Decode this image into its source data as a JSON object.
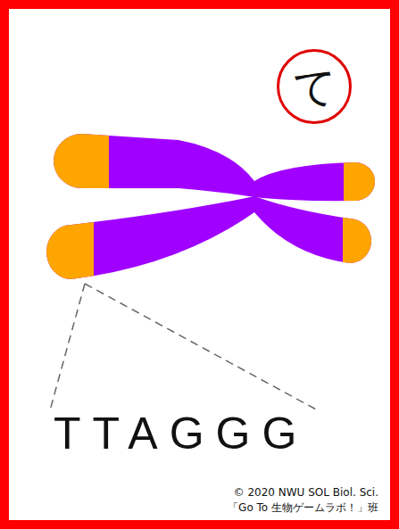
{
  "diagram": {
    "nodes": [
      {
        "text": [
          "て"
        ]
      }
    ],
    "labels": [
      "TTAGGG",
      "© 2020 NWU SOL Biol. Sci.",
      "「Go To 生物ゲームラボ！」班"
    ]
  }
}
